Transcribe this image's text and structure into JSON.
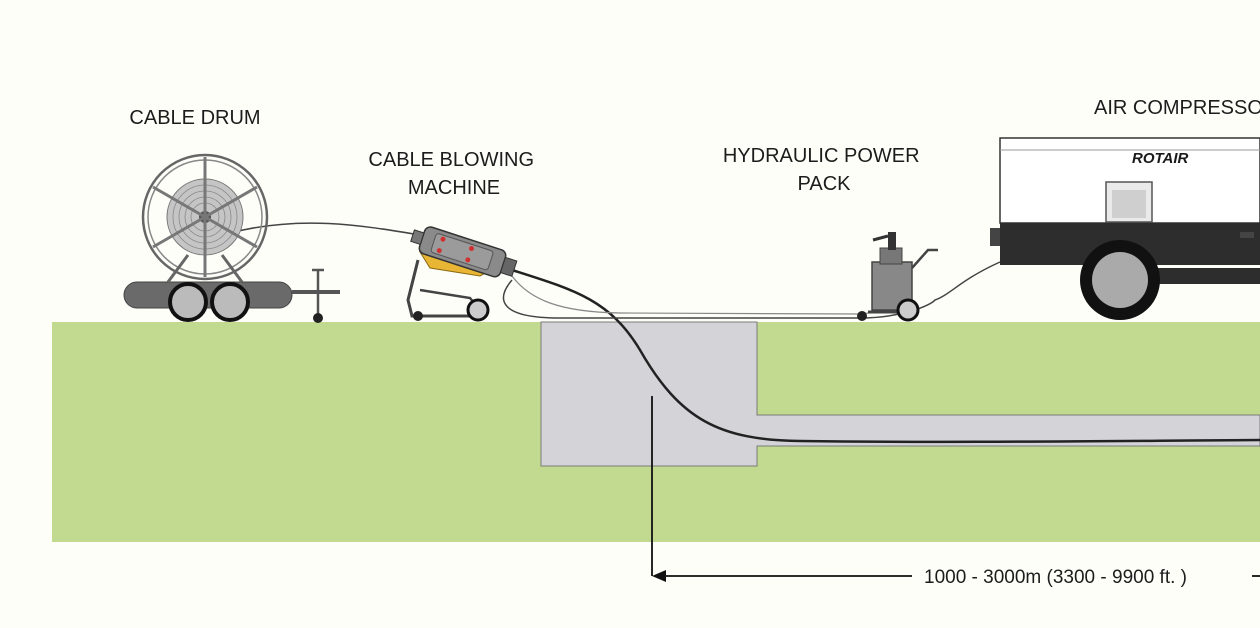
{
  "labels": {
    "cable_drum": "CABLE DRUM",
    "cable_blowing_machine": [
      "CABLE BLOWING",
      "MACHINE"
    ],
    "hydraulic_power_pack": [
      "HYDRAULIC POWER",
      "PACK"
    ],
    "air_compressor": "AIR COMPRESSOR"
  },
  "compressor_brand": "ROTAIR",
  "distance": {
    "text": "1000 - 3000m  (3300 - 9900 ft. )"
  },
  "colors": {
    "ground": "#c2da8f",
    "pit": "#d4d3d8",
    "machine_yellow": "#e8b535",
    "outline": "#333333"
  }
}
